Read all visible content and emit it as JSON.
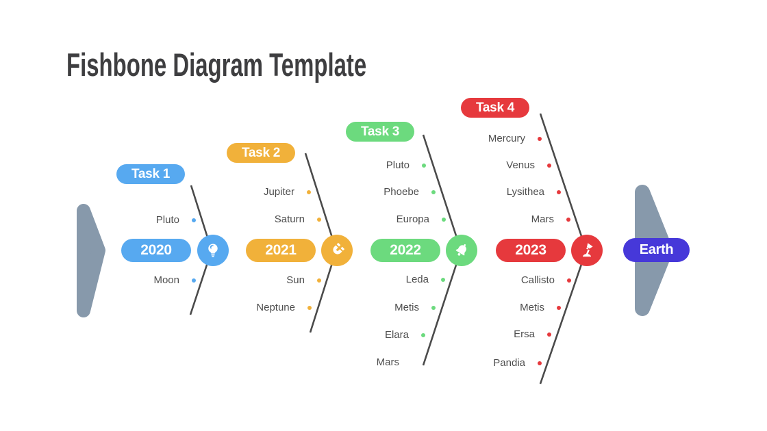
{
  "title": "Fishbone Diagram Template",
  "head": {
    "label": "Earth",
    "color": "#4638d9"
  },
  "colors": {
    "blue": "#57a9f0",
    "yellow": "#f1b13a",
    "green": "#6cda7e",
    "red": "#e6393d",
    "indigo": "#4638d9",
    "arrow": "#8799ab",
    "bone_line": "#4b4b4b",
    "title_text": "#3e3e40",
    "item_text": "#4e4e4e"
  },
  "branches": [
    {
      "task_label": "Task 1",
      "year": "2020",
      "color": "#57a9f0",
      "icon": "lightbulb",
      "items_above": [
        "Pluto"
      ],
      "items_below": [
        "Moon"
      ]
    },
    {
      "task_label": "Task 2",
      "year": "2021",
      "color": "#f1b13a",
      "icon": "magnet",
      "items_above": [
        "Jupiter",
        "Saturn"
      ],
      "items_below": [
        "Sun",
        "Neptune"
      ]
    },
    {
      "task_label": "Task 3",
      "year": "2022",
      "color": "#6cda7e",
      "icon": "bell",
      "items_above": [
        "Pluto",
        "Phoebe",
        "Europa"
      ],
      "items_below": [
        "Leda",
        "Metis",
        "Elara",
        "Mars"
      ]
    },
    {
      "task_label": "Task 4",
      "year": "2023",
      "color": "#e6393d",
      "icon": "desk-lamp",
      "items_above": [
        "Mercury",
        "Venus",
        "Lysithea",
        "Mars"
      ],
      "items_below": [
        "Callisto",
        "Metis",
        "Ersa",
        "Pandia"
      ]
    }
  ]
}
